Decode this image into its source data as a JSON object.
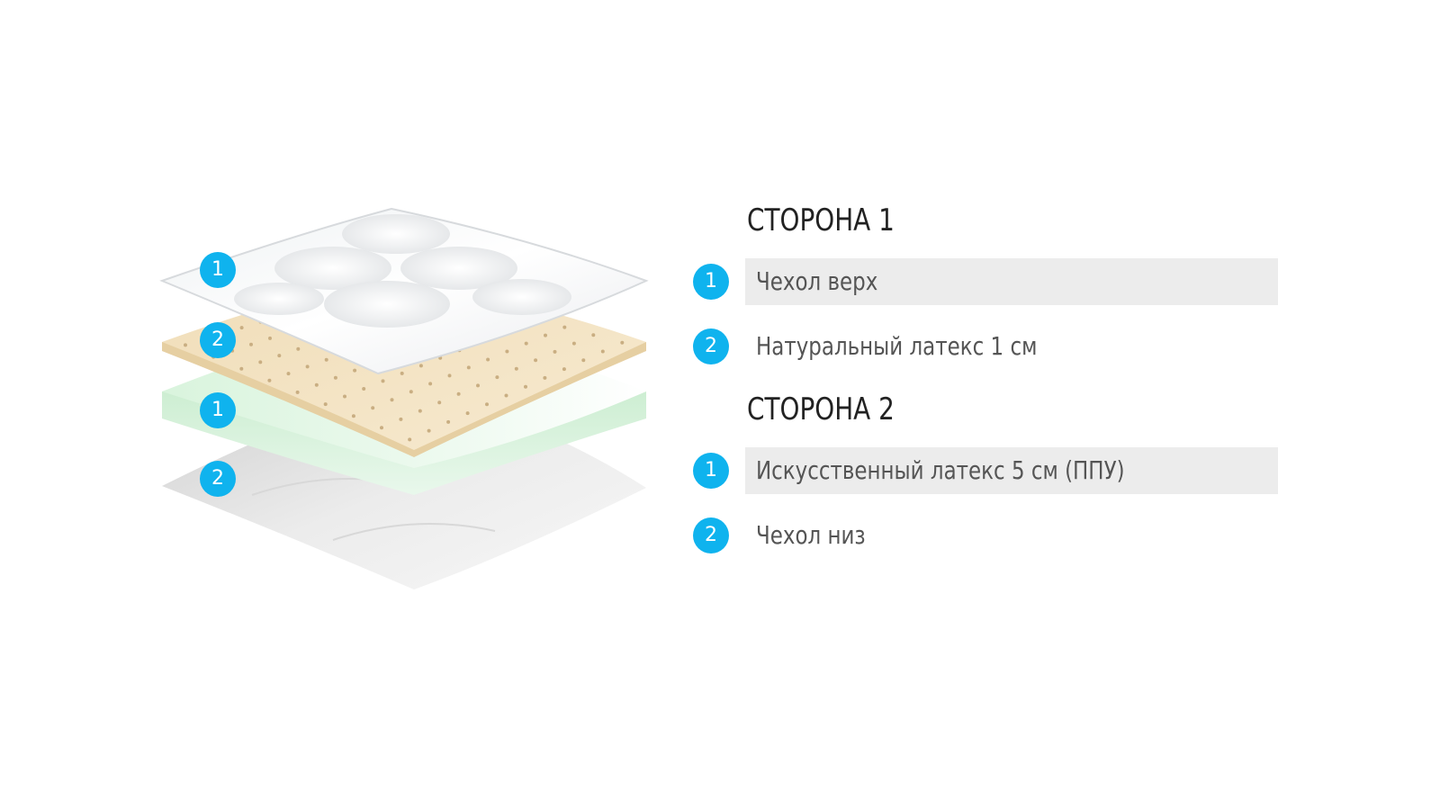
{
  "stack_badges": [
    "1",
    "2",
    "1",
    "2"
  ],
  "side1": {
    "heading": "СТОРОНА 1",
    "rows": [
      {
        "num": "1",
        "label": "Чехол верх"
      },
      {
        "num": "2",
        "label": "Натуральный латекс 1 см"
      }
    ]
  },
  "side2": {
    "heading": "СТОРОНА 2",
    "rows": [
      {
        "num": "1",
        "label": "Искусственный латекс 5 см (ППУ)"
      },
      {
        "num": "2",
        "label": "Чехол низ"
      }
    ]
  },
  "colors": {
    "badge": "#0fb3ee",
    "highlight_row": "#ececec",
    "cover": "#f4f4f4",
    "latex_natural": "#f3e2c1",
    "latex_artificial": "#dff5e2",
    "cover_bottom": "#e6e6e6"
  }
}
